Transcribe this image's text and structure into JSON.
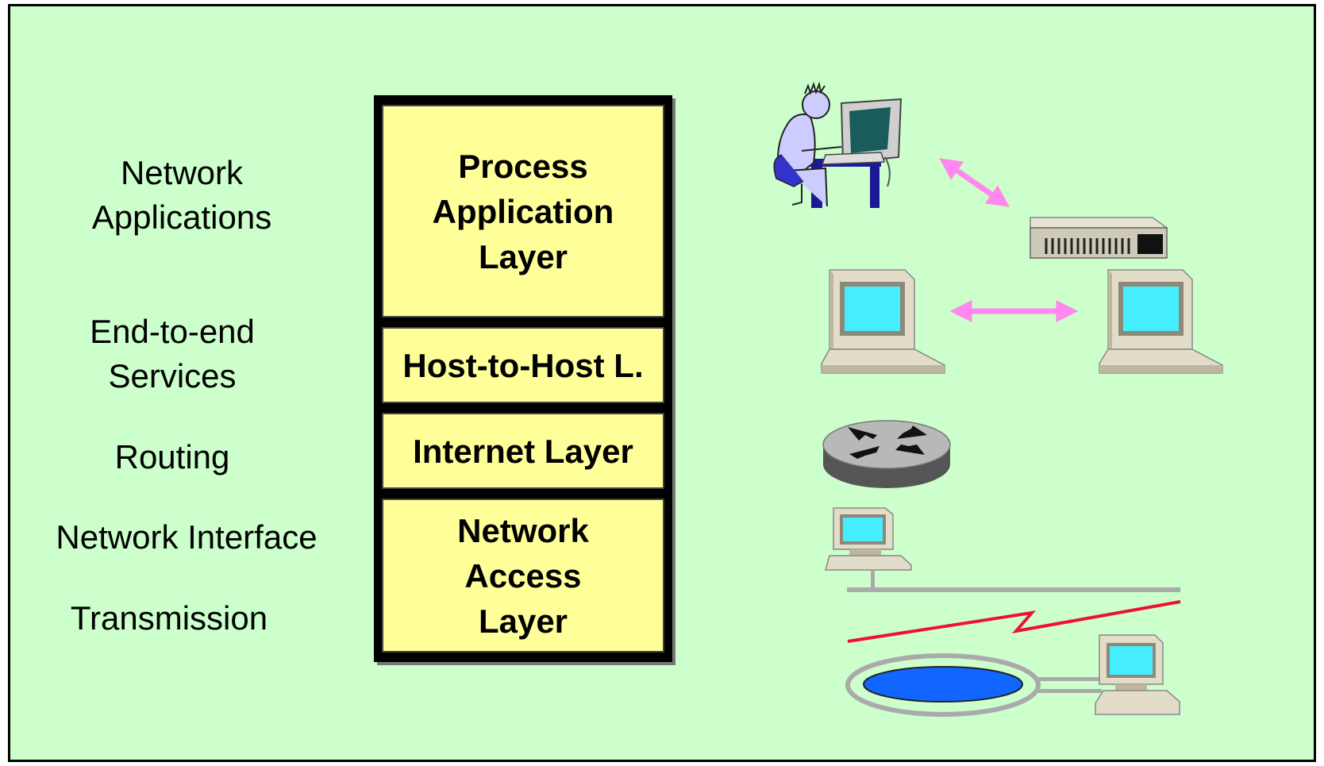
{
  "colors": {
    "background": "#ccffcc",
    "layer_fill": "#ffff99",
    "arrow": "#ff88ee",
    "serial_link": "#ee1133",
    "screen": "#44eeff",
    "ring": "#1166ff"
  },
  "left_labels": {
    "applications": "Network\nApplications",
    "end_to_end": "End-to-end\nServices",
    "routing": "Routing",
    "interface": "Network Interface",
    "transmission": "Transmission"
  },
  "layers": {
    "process": "Process\nApplication\nLayer",
    "host": "Host-to-Host L.",
    "internet": "Internet Layer",
    "access": "Network\nAccess\nLayer"
  },
  "icons": {
    "user": "person-at-computer-icon",
    "modem": "modem-icon",
    "workstation": "desktop-computer-icon",
    "router": "router-icon",
    "lan": "lan-bus-icon",
    "ring": "token-ring-icon"
  }
}
